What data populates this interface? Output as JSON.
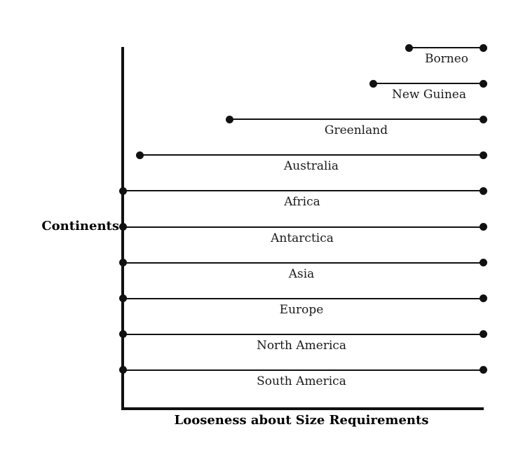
{
  "chart_data": {
    "type": "line",
    "title": "",
    "subtitle": "",
    "xlabel": "Looseness about Size Requirements",
    "ylabel": "Continents",
    "grid": false,
    "legend": "none",
    "annotation_note": "Each row is a horizontal range segment with a filled dot at each end; the label is printed below and centered on the segment. All segments share a common right endpoint at the maximum of the x-range.",
    "xlim": [
      0,
      100
    ],
    "x_axis_ticks": [],
    "y_axis_ticks": [],
    "categories": [
      "Borneo",
      "New Guinea",
      "Greenland",
      "Australia",
      "Africa",
      "Antarctica",
      "Asia",
      "Europe",
      "North America",
      "South America"
    ],
    "series": [
      {
        "name": "range_start",
        "values": [
          79.4,
          69.6,
          29.6,
          4.7,
          0,
          0,
          0,
          0,
          0,
          0
        ]
      },
      {
        "name": "range_end",
        "values": [
          100,
          100,
          100,
          100,
          100,
          100,
          100,
          100,
          100,
          100
        ]
      }
    ],
    "points": [
      {
        "label": "Borneo",
        "start": 79.4,
        "end": 100,
        "length": 20.6
      },
      {
        "label": "New Guinea",
        "start": 69.6,
        "end": 100,
        "length": 30.4
      },
      {
        "label": "Greenland",
        "start": 29.6,
        "end": 100,
        "length": 70.4
      },
      {
        "label": "Australia",
        "start": 4.7,
        "end": 100,
        "length": 95.3
      },
      {
        "label": "Africa",
        "start": 0,
        "end": 100,
        "length": 100
      },
      {
        "label": "Antarctica",
        "start": 0,
        "end": 100,
        "length": 100
      },
      {
        "label": "Asia",
        "start": 0,
        "end": 100,
        "length": 100
      },
      {
        "label": "Europe",
        "start": 0,
        "end": 100,
        "length": 100
      },
      {
        "label": "North America",
        "start": 0,
        "end": 100,
        "length": 100
      },
      {
        "label": "South America",
        "start": 0,
        "end": 100,
        "length": 100
      }
    ],
    "colors": {
      "line": "#111111",
      "marker": "#111111",
      "axis": "#111111",
      "text": "#1a1a1a",
      "background": "#ffffff"
    }
  },
  "rows": [
    {
      "label": "Borneo",
      "label_center_x": 637
    },
    {
      "label": "New Guinea",
      "label_center_x": 612
    },
    {
      "label": "Greenland",
      "label_center_x": 508
    },
    {
      "label": "Australia",
      "label_center_x": 444
    },
    {
      "label": "Africa",
      "label_center_x": 431
    },
    {
      "label": "Antarctica",
      "label_center_x": 431
    },
    {
      "label": "Asia",
      "label_center_x": 430
    },
    {
      "label": "Europe",
      "label_center_x": 430
    },
    {
      "label": "North America",
      "label_center_x": 430
    },
    {
      "label": "South America",
      "label_center_x": 430
    }
  ],
  "axes": {
    "x_title": "Looseness about Size Requirements",
    "y_title": "Continents"
  }
}
